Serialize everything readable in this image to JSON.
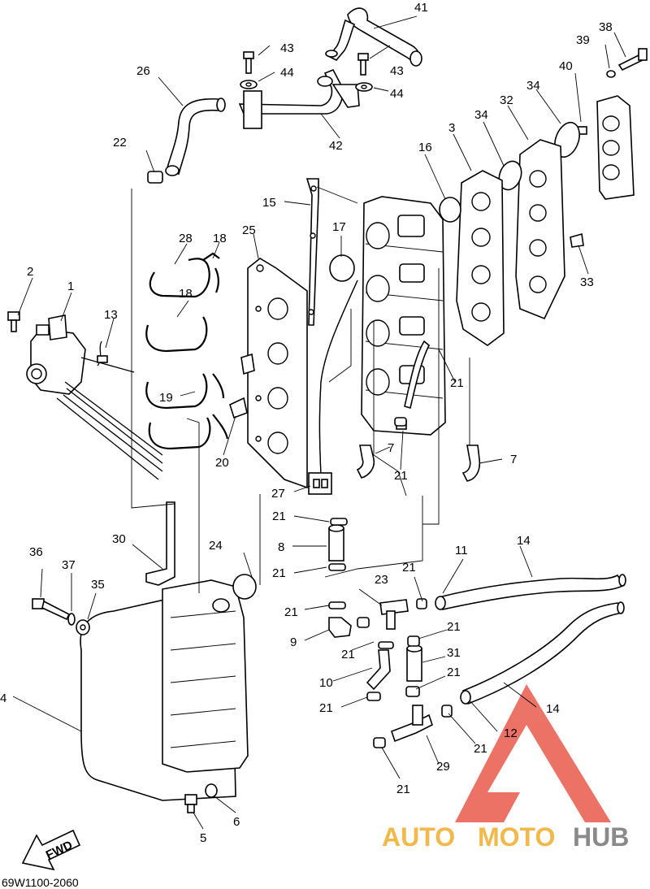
{
  "diagram_code": "69W1100-2060",
  "fwd_arrow": "FWD",
  "watermark": {
    "part1": "AUTO",
    "part2": "MOTO",
    "part3": "HUB",
    "colors": {
      "auto": "#f2b84a",
      "moto": "#f2b84a",
      "hub": "#8a8a8a",
      "logo": "#e95a4c"
    }
  },
  "callouts": {
    "c1": "1",
    "c2": "2",
    "c3": "3",
    "c4": "4",
    "c5": "5",
    "c6": "6",
    "c7a": "7",
    "c7b": "7",
    "c8": "8",
    "c9": "9",
    "c10": "10",
    "c11": "11",
    "c12": "12",
    "c13": "13",
    "c14a": "14",
    "c14b": "14",
    "c15": "15",
    "c16": "16",
    "c17": "17",
    "c18a": "18",
    "c18b": "18",
    "c19": "19",
    "c20": "20",
    "c21a": "21",
    "c21b": "21",
    "c21c": "21",
    "c21d": "21",
    "c21e": "21",
    "c21f": "21",
    "c21g": "21",
    "c21h": "21",
    "c21i": "21",
    "c21j": "21",
    "c21k": "21",
    "c21l": "21",
    "c22": "22",
    "c23": "23",
    "c24": "24",
    "c25": "25",
    "c26": "26",
    "c27": "27",
    "c28": "28",
    "c29": "29",
    "c30": "30",
    "c31": "31",
    "c32": "32",
    "c33": "33",
    "c34a": "34",
    "c34b": "34",
    "c35": "35",
    "c36": "36",
    "c37": "37",
    "c38": "38",
    "c39": "39",
    "c40": "40",
    "c41": "41",
    "c42": "42",
    "c43a": "43",
    "c43b": "43",
    "c44a": "44",
    "c44b": "44"
  }
}
